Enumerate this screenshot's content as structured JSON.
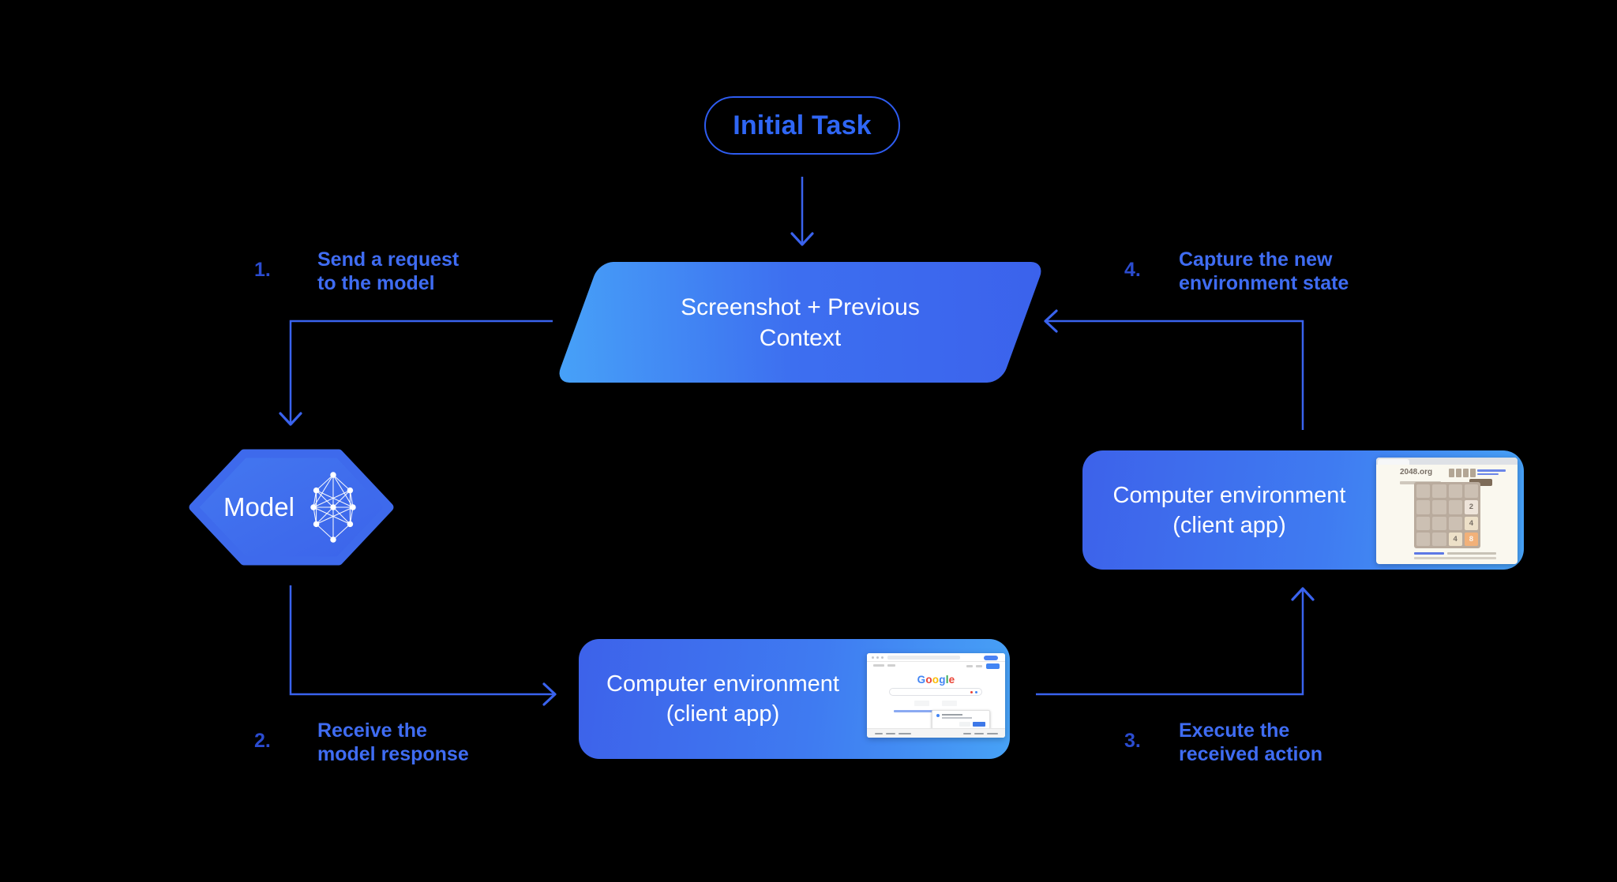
{
  "header": {
    "initial_task_label": "Initial Task"
  },
  "nodes": {
    "screenshot_context": {
      "line1": "Screenshot + Previous",
      "line2": "Context"
    },
    "model": {
      "label": "Model"
    },
    "env_bottom": {
      "line1": "Computer environment",
      "line2": "(client app)"
    },
    "env_right": {
      "line1": "Computer environment",
      "line2": "(client app)"
    }
  },
  "steps": [
    {
      "number": "1.",
      "line1": "Send a request",
      "line2": "to the model"
    },
    {
      "number": "2.",
      "line1": "Receive the",
      "line2": "model response"
    },
    {
      "number": "3.",
      "line1": "Execute the",
      "line2": "received action"
    },
    {
      "number": "4.",
      "line1": "Capture the new",
      "line2": "environment state"
    }
  ],
  "mini_screens": {
    "game2048": {
      "site_title": "2048.org",
      "tiles": [
        {
          "value": "2"
        },
        {
          "value": "4"
        },
        {
          "value": "4"
        },
        {
          "value": "8"
        }
      ]
    },
    "google": {
      "logo_letters": [
        "G",
        "o",
        "o",
        "g",
        "l",
        "e"
      ]
    }
  },
  "colors": {
    "background": "#000000",
    "arrow_blue": "#3a63ee",
    "pill_border": "#2e5cf0",
    "pill_text": "#2f66f4",
    "step_number": "#2b4cd0",
    "step_text": "#3f6cf2",
    "node_text": "#ffffff",
    "gradient_light": "#47a2f8",
    "gradient_dark": "#3b62ec",
    "google_logo": [
      "#4285F4",
      "#EA4335",
      "#FBBC05",
      "#4285F4",
      "#34A853",
      "#EA4335"
    ],
    "tile_2": "#eee4da",
    "tile_4": "#ede0c8",
    "tile_8": "#f2b179"
  }
}
